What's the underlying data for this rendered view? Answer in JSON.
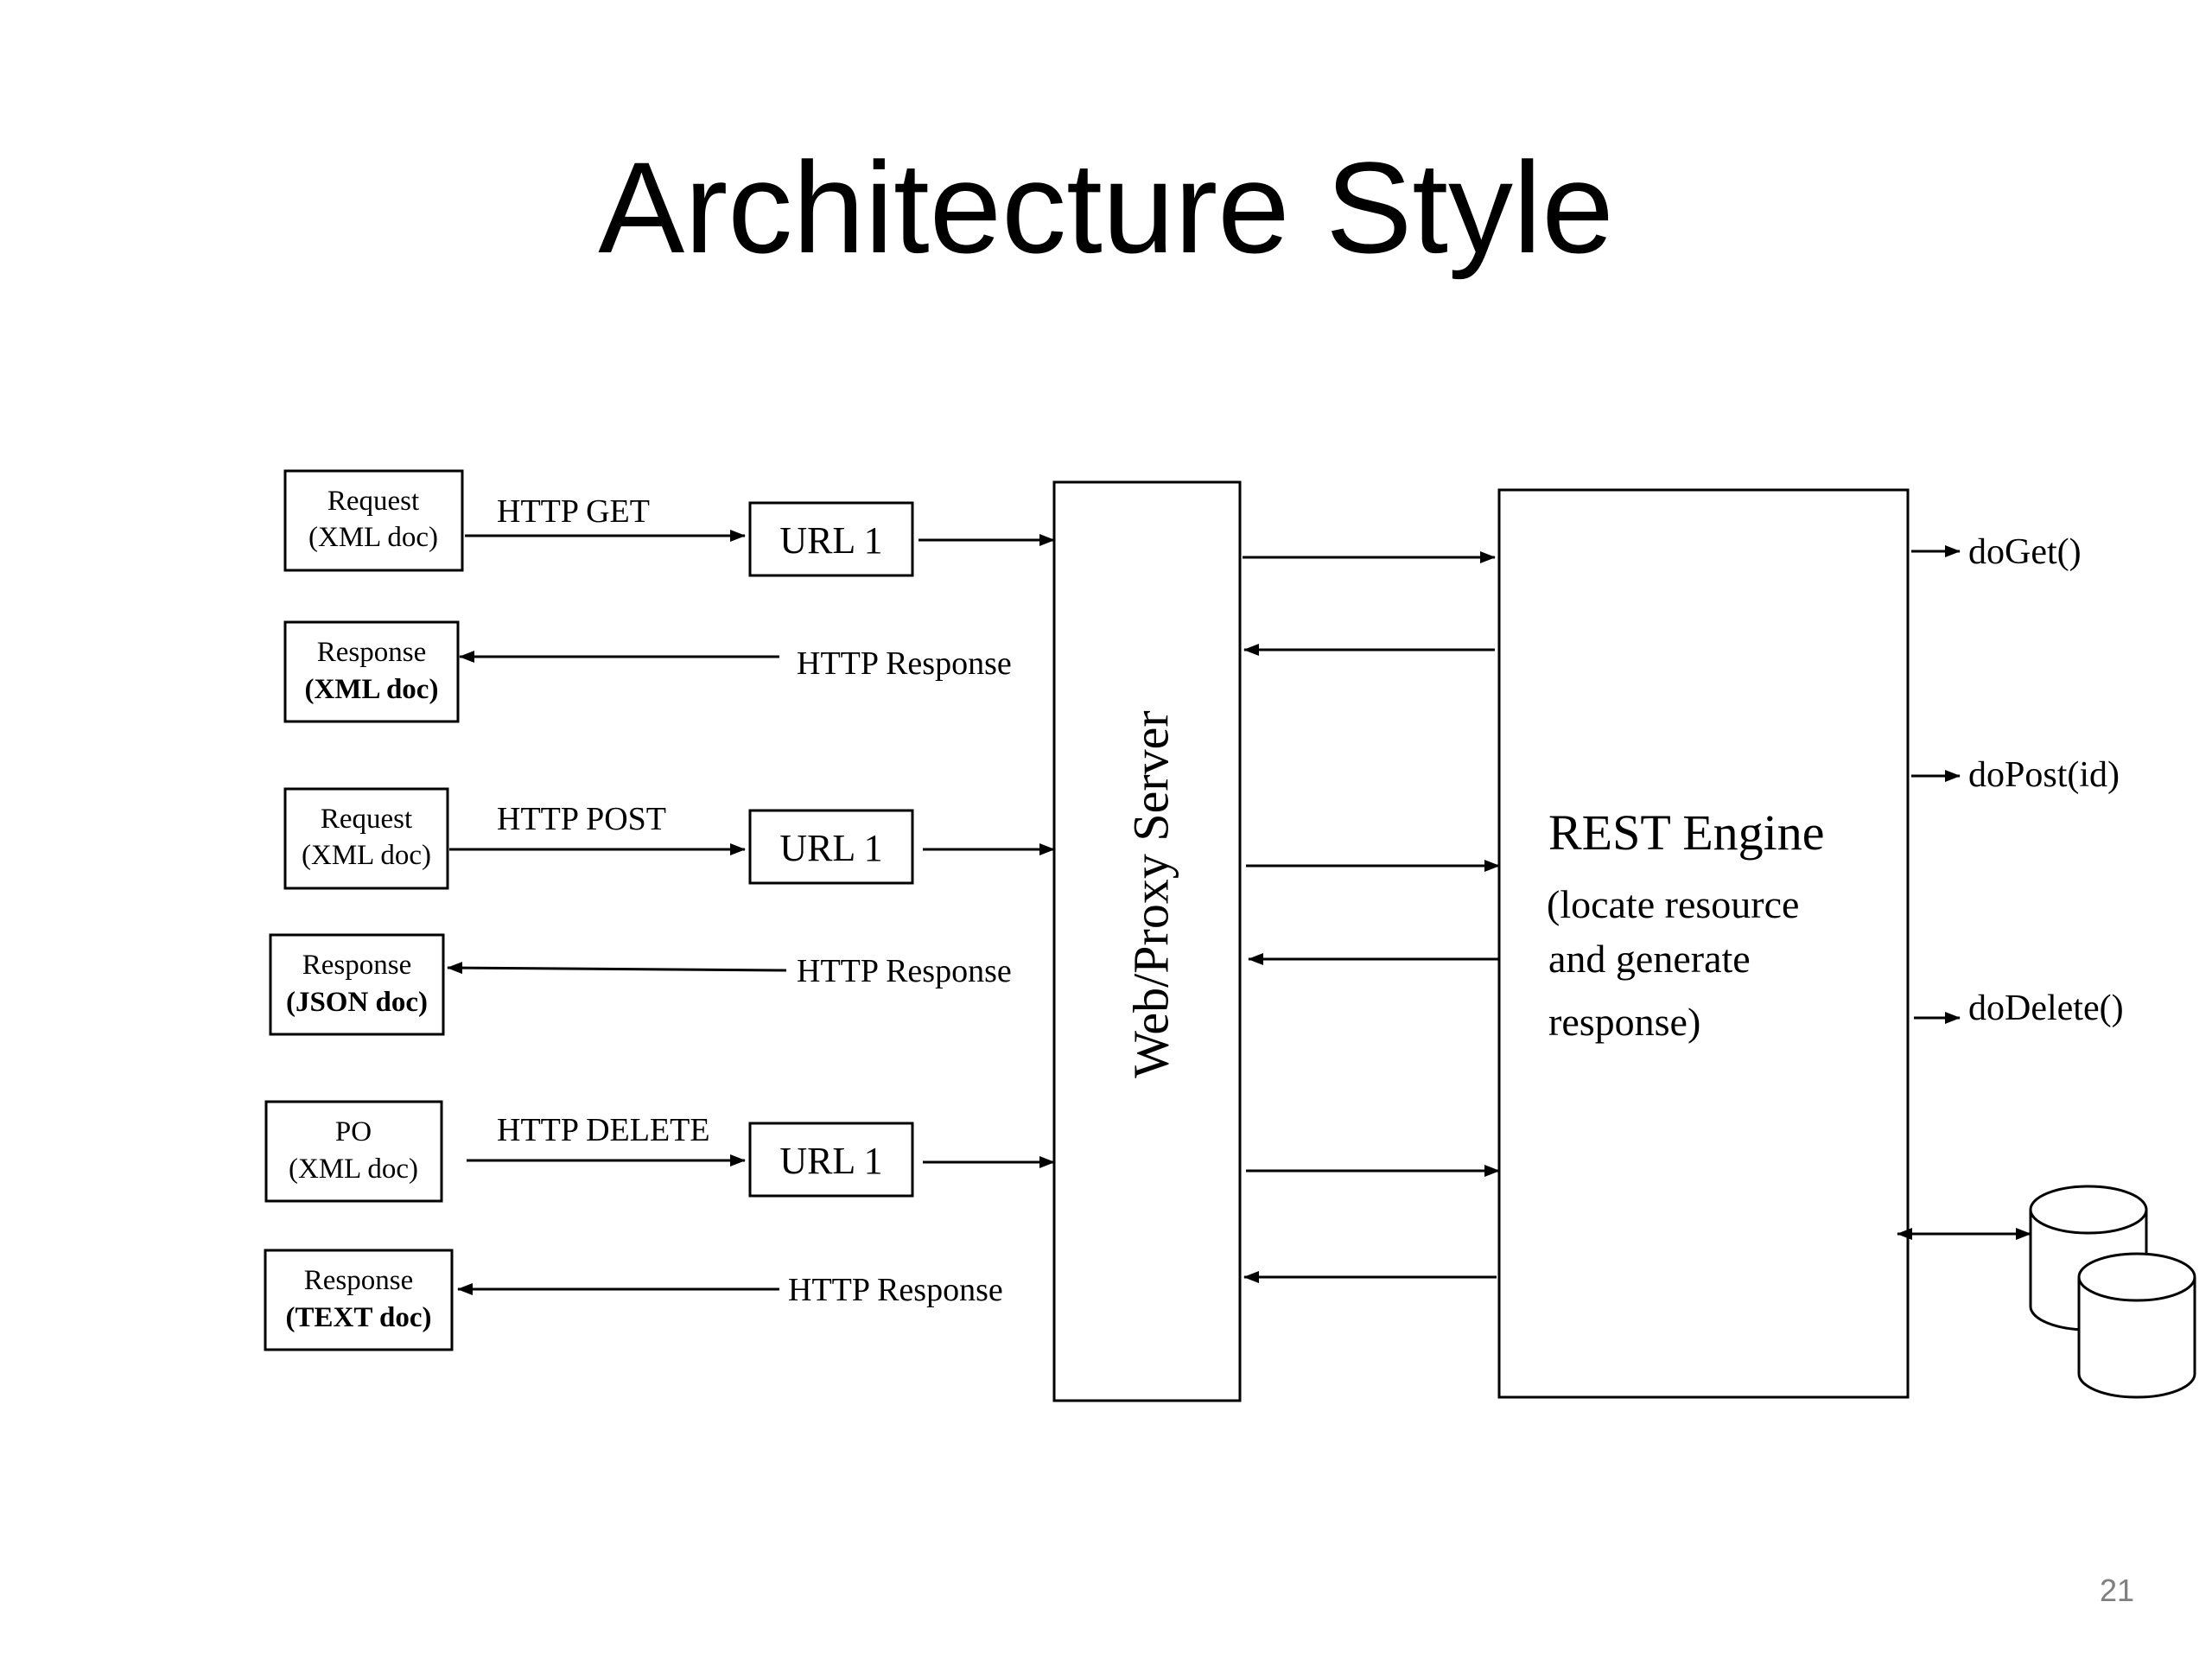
{
  "slide": {
    "title": "Architecture Style",
    "page_number": "21"
  },
  "left_boxes": [
    {
      "line1": "Request",
      "line2": "(XML doc)",
      "bold": false
    },
    {
      "line1": "Response",
      "line2": "(XML doc)",
      "bold": true
    },
    {
      "line1": "Request",
      "line2": "(XML doc)",
      "bold": false
    },
    {
      "line1": "Response",
      "line2": "(JSON doc)",
      "bold": true
    },
    {
      "line1": "PO",
      "line2": "(XML doc)",
      "bold": false
    },
    {
      "line1": "Response",
      "line2": "(TEXT doc)",
      "bold": true
    }
  ],
  "http_methods": [
    "HTTP GET",
    "HTTP POST",
    "HTTP DELETE"
  ],
  "url_boxes": [
    "URL 1",
    "URL 1",
    "URL 1"
  ],
  "http_responses": [
    "HTTP Response",
    "HTTP Response",
    "HTTP Response"
  ],
  "server": {
    "label": "Web/Proxy Server"
  },
  "engine": {
    "title": "REST Engine",
    "line1": "(locate resource",
    "line2": "and generate",
    "line3": "response)"
  },
  "methods": [
    "doGet()",
    "doPost(id)",
    "doDelete()"
  ],
  "icons": {
    "database": "database-icon"
  }
}
